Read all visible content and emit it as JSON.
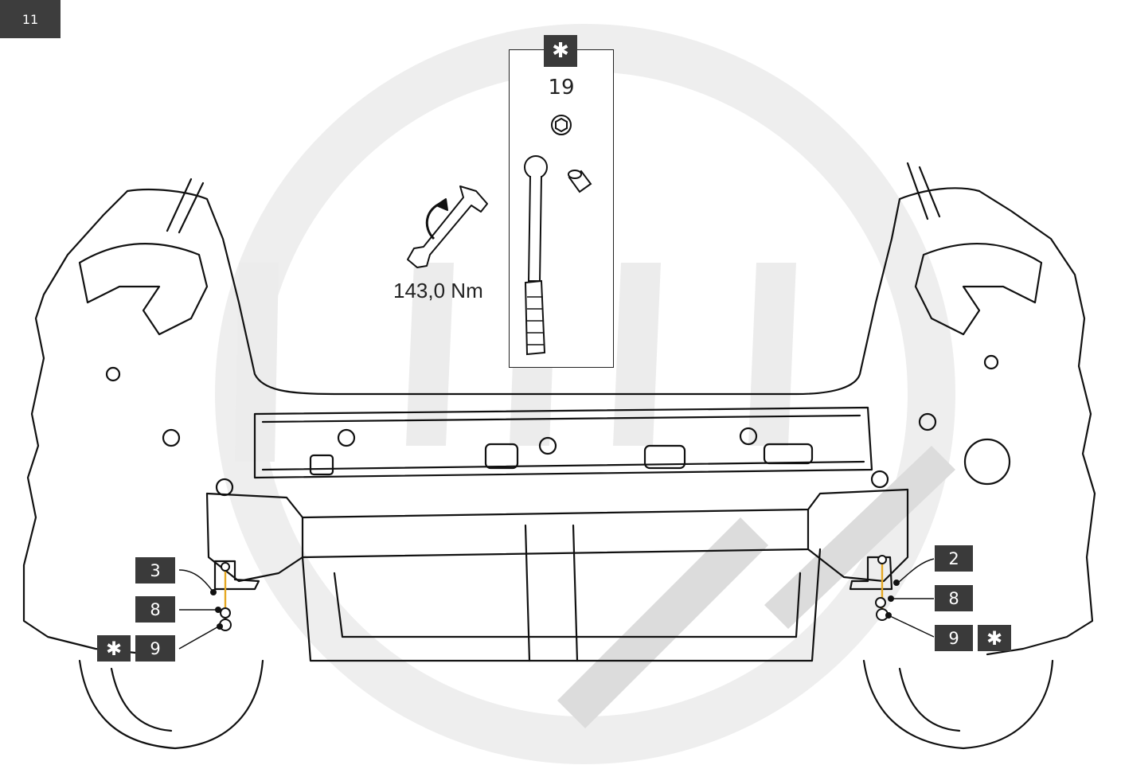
{
  "step": {
    "number": "11"
  },
  "tool": {
    "wrench_size": "19",
    "torque": "143,0 Nm",
    "star_symbol": "✱",
    "icons": [
      "hex-nut-icon",
      "torque-wrench-icon",
      "socket-icon",
      "tighten-wrench-icon"
    ]
  },
  "callouts": {
    "left": [
      "3",
      "8",
      "9"
    ],
    "right": [
      "2",
      "8",
      "9"
    ],
    "star": "✱"
  },
  "colors": {
    "tag_background": "#3a3a3a",
    "highlight_bolt": "#e5a823",
    "watermark": "#e6e6e6",
    "line": "#111111"
  }
}
